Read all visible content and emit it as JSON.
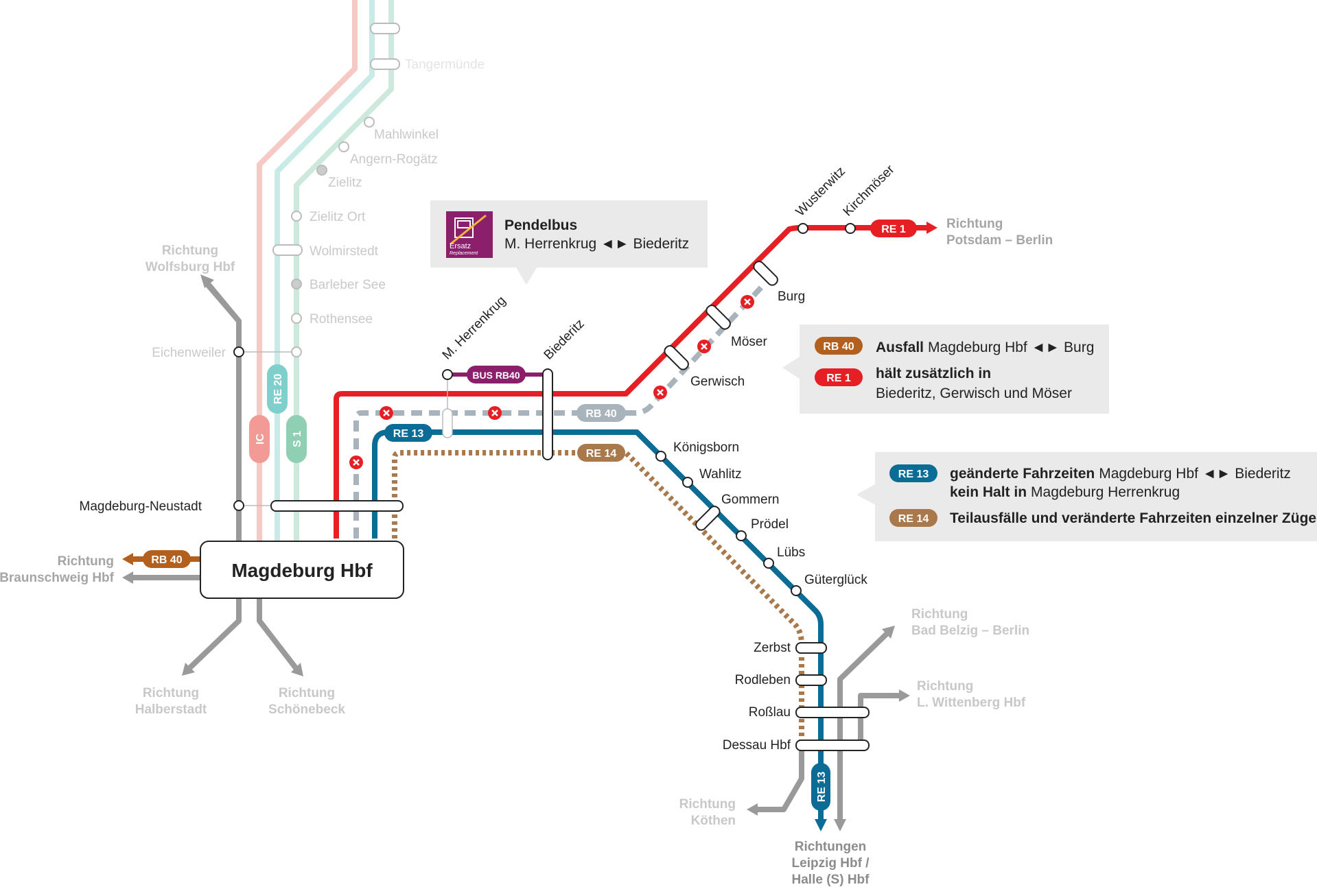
{
  "colors": {
    "re1": "#e51f23",
    "re13": "#0b6c96",
    "re14": "#a9784b",
    "rb40_cancelled": "#a8b3bb",
    "rb40_badge": "#b35f1e",
    "bus": "#8b1f6b",
    "gray_line": "#9a9a9a",
    "ic": "#f29a96",
    "re20": "#7fd0cd",
    "s1": "#8fcfb4",
    "info_box": "#eaeaea",
    "cancel": "#e51f23"
  },
  "hub": {
    "label": "Magdeburg Hbf"
  },
  "lines": {
    "re1": "RE 1",
    "re13": "RE 13",
    "re14": "RE 14",
    "rb40": "RB 40",
    "bus_rb40": "BUS RB40",
    "ic": "IC",
    "re20": "RE 20",
    "s1": "S 1"
  },
  "stations": {
    "wusterwitz": "Wusterwitz",
    "kirchmoeser": "Kirchmöser",
    "burg": "Burg",
    "moeser": "Möser",
    "gerwisch": "Gerwisch",
    "herrenkrug": "M. Herrenkrug",
    "biederitz": "Biederitz",
    "koenigsborn": "Königsborn",
    "wahlitz": "Wahlitz",
    "gommern": "Gommern",
    "proedel": "Prödel",
    "luebs": "Lübs",
    "gueterglueck": "Güterglück",
    "zerbst": "Zerbst",
    "rodleben": "Rodleben",
    "rosslau": "Roßlau",
    "dessau": "Dessau Hbf",
    "neustadt": "Magdeburg-Neustadt",
    "eichenweiler": "Eichenweiler",
    "rothensee": "Rothensee",
    "barleber_see": "Barleber See",
    "wolmirstedt": "Wolmirstedt",
    "zielitz_ort": "Zielitz Ort",
    "zielitz": "Zielitz",
    "angern": "Angern-Rogätz",
    "mahlwinkel": "Mahlwinkel",
    "tangermuende": "Tangermünde"
  },
  "directions": {
    "potsdam": [
      "Richtung",
      "Potsdam – Berlin"
    ],
    "wolfsburg": [
      "Richtung",
      "Wolfsburg Hbf"
    ],
    "braunschweig": [
      "Richtung",
      "Braunschweig Hbf"
    ],
    "halberstadt": [
      "Richtung",
      "Halberstadt"
    ],
    "schoenebeck": [
      "Richtung",
      "Schönebeck"
    ],
    "bad_belzig": [
      "Richtung",
      "Bad Belzig – Berlin"
    ],
    "wittenberg": [
      "Richtung",
      "L. Wittenberg Hbf"
    ],
    "koethen": [
      "Richtung",
      "Köthen"
    ],
    "leipzig": [
      "Richtungen",
      "Leipzig Hbf /",
      "Halle (S) Hbf"
    ]
  },
  "pendelbus": {
    "title": "Pendelbus",
    "route": "M. Herrenkrug ◄► Biederitz",
    "icon_label": "Ersatz",
    "icon_sub": "Replacement"
  },
  "info1": {
    "rb40_bold": "Ausfall",
    "rb40_text": "Magdeburg Hbf ◄► Burg",
    "re1_bold": "hält zusätzlich in",
    "re1_text": "Biederitz, Gerwisch und Möser"
  },
  "info2": {
    "re13_bold1": "geänderte Fahrzeiten",
    "re13_text1": "Magdeburg Hbf ◄► Biederitz",
    "re13_bold2": "kein Halt in",
    "re13_text2": "Magdeburg Herrenkrug",
    "re14_bold": "Teilausfälle und veränderte Fahrzeiten einzelner Züge"
  }
}
